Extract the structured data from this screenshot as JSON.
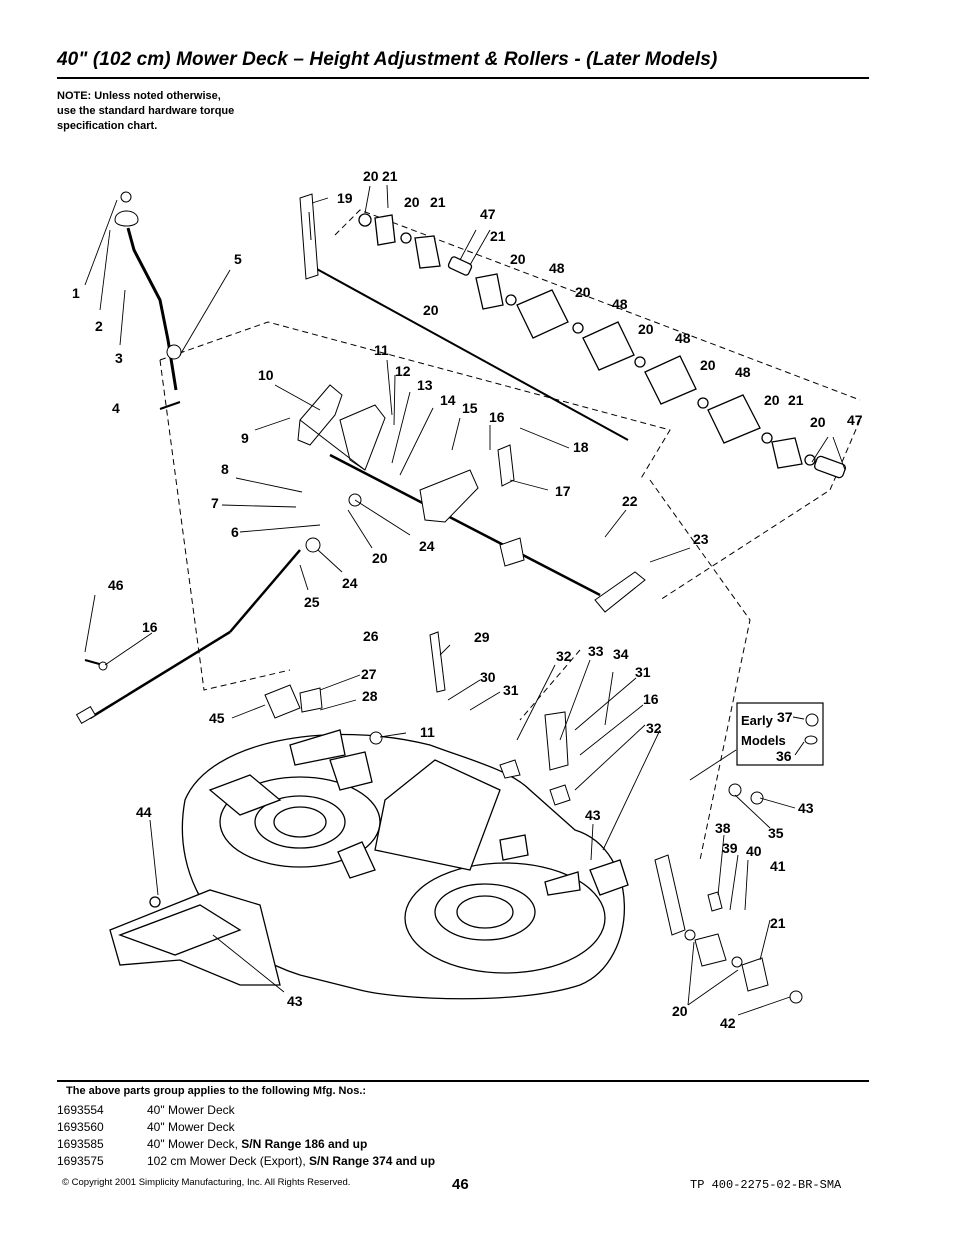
{
  "page": {
    "title": "40\" (102 cm) Mower Deck – Height Adjustment & Rollers - (Later Models)",
    "note": "NOTE: Unless noted otherwise,\nuse the standard hardware torque\nspecification chart.",
    "early_models_label": "Early Models",
    "applies_heading": "The above parts group applies to the following Mfg. Nos.:",
    "mfg_numbers": [
      {
        "number": "1693554",
        "description": "40\" Mower Deck",
        "serial_range": ""
      },
      {
        "number": "1693560",
        "description": "40\" Mower Deck",
        "serial_range": ""
      },
      {
        "number": "1693585",
        "description": "40\" Mower Deck, ",
        "serial_range": "S/N Range 186 and up"
      },
      {
        "number": "1693575",
        "description": "102 cm Mower Deck (Export), ",
        "serial_range": "S/N Range 374 and up"
      }
    ],
    "copyright": "© Copyright  2001 Simplicity Manufacturing, Inc. All Rights Reserved.",
    "page_number": "46",
    "doc_id": "TP 400-2275-02-BR-SMA"
  },
  "callouts": [
    "1",
    "2",
    "3",
    "4",
    "5",
    "6",
    "7",
    "8",
    "9",
    "10",
    "11",
    "12",
    "13",
    "14",
    "15",
    "16",
    "17",
    "18",
    "19",
    "20",
    "21",
    "22",
    "23",
    "24",
    "25",
    "26",
    "27",
    "28",
    "29",
    "30",
    "31",
    "32",
    "33",
    "34",
    "35",
    "36",
    "37",
    "38",
    "39",
    "40",
    "41",
    "42",
    "43",
    "44",
    "45",
    "46",
    "47",
    "48"
  ]
}
